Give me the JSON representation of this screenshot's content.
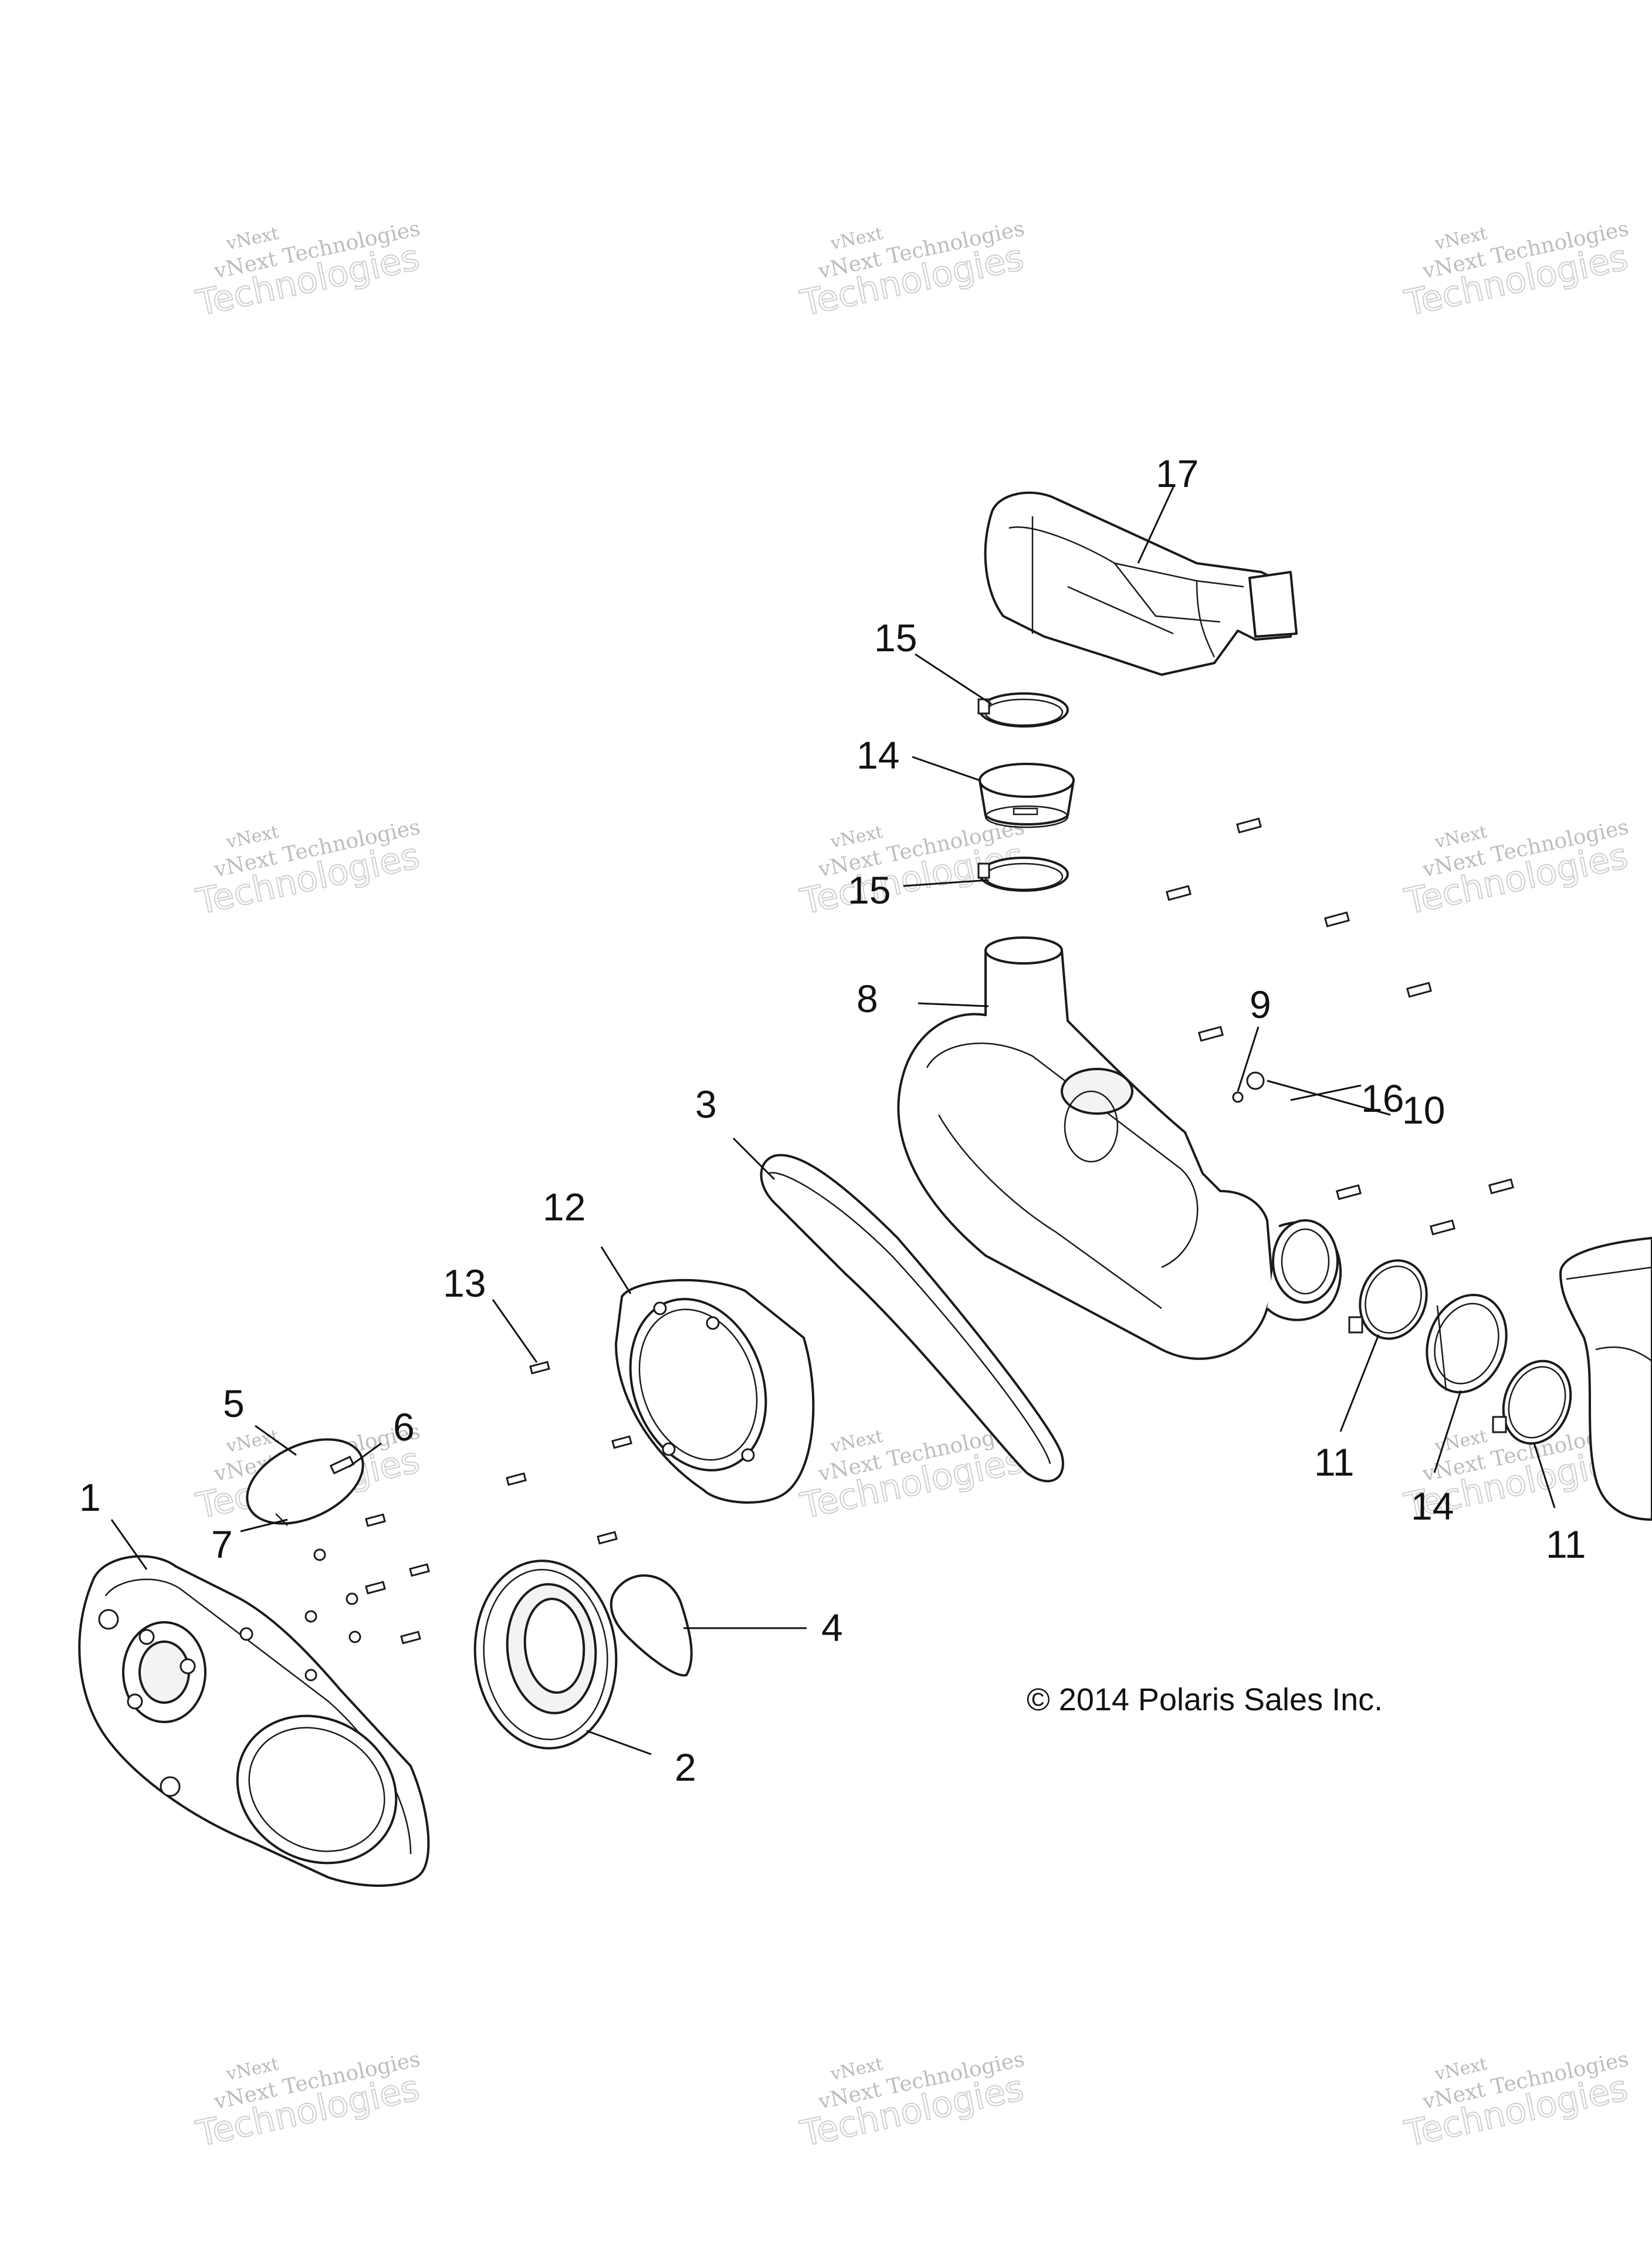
{
  "callouts": [
    {
      "label": "1"
    },
    {
      "label": "2"
    },
    {
      "label": "3"
    },
    {
      "label": "4"
    },
    {
      "label": "5"
    },
    {
      "label": "6"
    },
    {
      "label": "7"
    },
    {
      "label": "8"
    },
    {
      "label": "9"
    },
    {
      "label": "10"
    },
    {
      "label": "11"
    },
    {
      "label": "11"
    },
    {
      "label": "12"
    },
    {
      "label": "13"
    },
    {
      "label": "14"
    },
    {
      "label": "14"
    },
    {
      "label": "15"
    },
    {
      "label": "15"
    },
    {
      "label": "16"
    },
    {
      "label": "17"
    }
  ],
  "copyright": "© 2014 Polaris Sales Inc.",
  "watermark": {
    "line1": "vNext",
    "line2": "vNext Technologies",
    "line3": "Technologies"
  }
}
